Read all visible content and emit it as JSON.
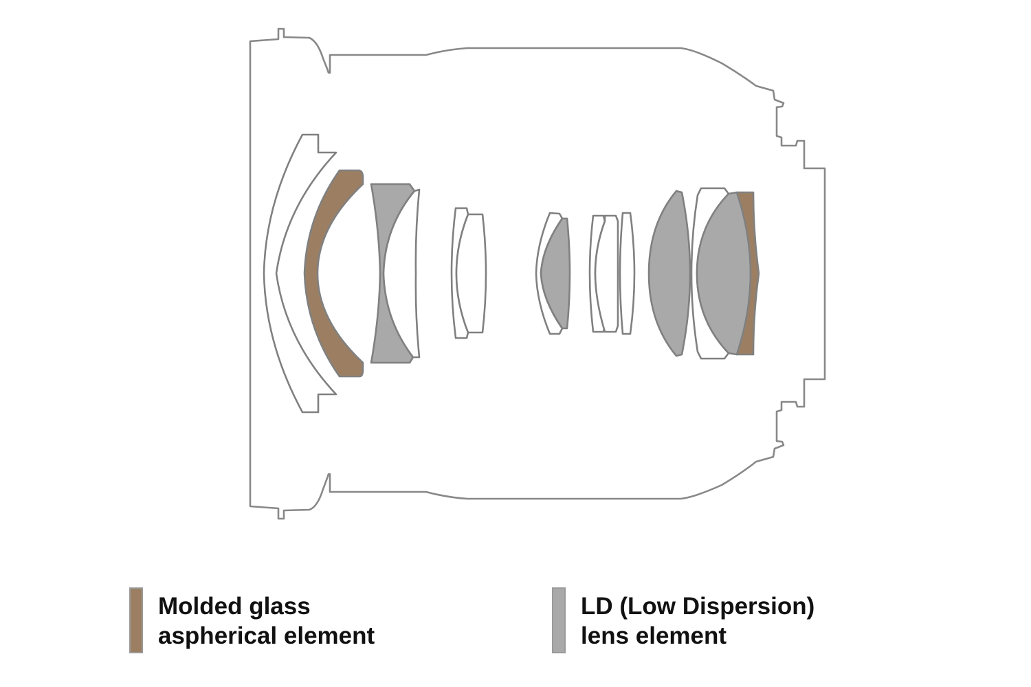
{
  "colors": {
    "molded": "#9c7f63",
    "ld": "#a9a9a9",
    "plain": "#ffffff",
    "outline": "#888888"
  },
  "legend": [
    {
      "key": "molded",
      "line1": "Molded glass",
      "line2": "aspherical element"
    },
    {
      "key": "ld",
      "line1": "LD (Low Dispersion)",
      "line2": "lens element"
    }
  ]
}
